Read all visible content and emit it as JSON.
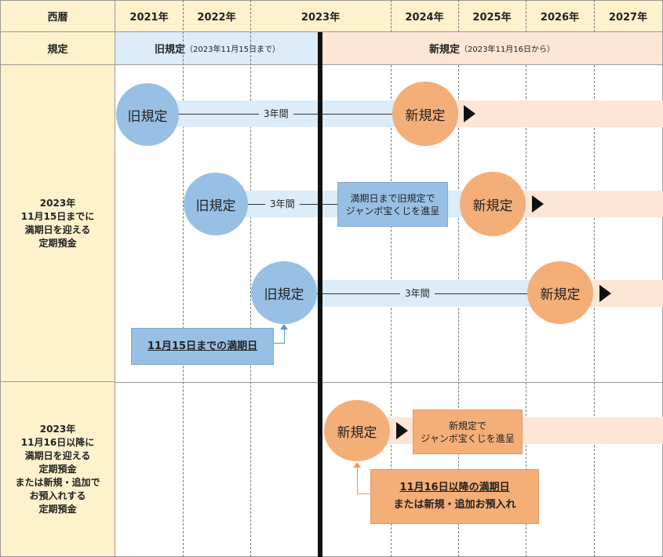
{
  "header": {
    "era_label": "西暦",
    "years": [
      "2021年",
      "2022年",
      "2023年",
      "2024年",
      "2025年",
      "2026年",
      "2027年"
    ],
    "rule_label": "規定",
    "old_rule": "旧規定",
    "old_rule_period": "（2023年11月15日まで）",
    "new_rule": "新規定",
    "new_rule_period": "（2023年11月16日から）"
  },
  "rows": [
    {
      "label": [
        "2023年",
        "11月15日までに",
        "満期日を迎える",
        "定期預金"
      ]
    },
    {
      "label": [
        "2023年",
        "11月16日以降に",
        "満期日を迎える",
        "定期預金",
        "または新規・追加で",
        "お預入れする",
        "定期預金"
      ]
    }
  ],
  "timeline": {
    "old_circle": "旧規定",
    "new_circle": "新規定",
    "duration": "3年間",
    "note_old_lottery": [
      "満期日まで旧規定で",
      "ジャンボ宝くじを進呈"
    ],
    "note_until": "11月15日までの満期日",
    "note_new_lottery": [
      "新規定で",
      "ジャンボ宝くじを進呈"
    ],
    "note_after": [
      "11月16日以降の満期日",
      "または新規・追加お預入れ"
    ]
  },
  "colors": {
    "header_bg": "#fdf2cc",
    "old_band": "#dcecf8",
    "new_band": "#fde6d6",
    "old_circle": "#98c0e4",
    "new_circle": "#f4ae78",
    "old_note": "#98c0e4",
    "new_note": "#f4ae78",
    "divider": "#111111"
  }
}
